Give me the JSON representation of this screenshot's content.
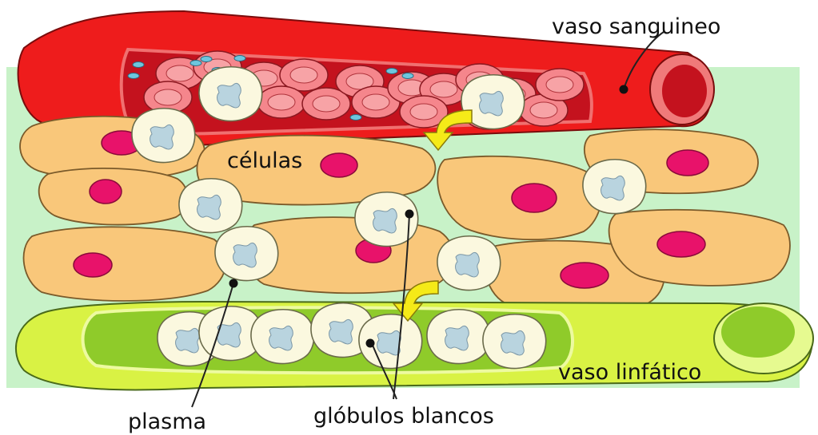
{
  "labels": {
    "blood_vessel": "vaso sanguineo",
    "cells": "células",
    "lymph_vessel": "vaso linfático",
    "plasma": "plasma",
    "white_cells": "glóbulos blancos"
  },
  "colors": {
    "blood_vessel": "#ee1c1c",
    "vessel_lumen": "#c4121e",
    "red_cell": "#f5868c",
    "tissue_background": "#c8f2c8",
    "cell": "#f9c77a",
    "nucleus": "#e8126a",
    "white_cell": "#fbf8df",
    "white_cell_nucleus": "#b9d4df",
    "lymph_vessel": "#d9f244",
    "lymph_lumen": "#8fcb2a",
    "arrow": "#f5ea18"
  }
}
